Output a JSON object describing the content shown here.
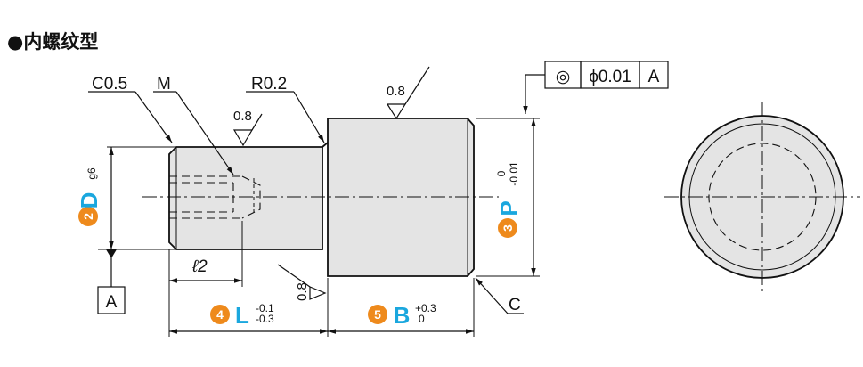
{
  "title": "●内螺纹型",
  "labels": {
    "chamfer_end": "C0.5",
    "thread": "M",
    "fillet": "R0.2",
    "roughness_step": "0.8",
    "roughness_head": "0.8",
    "roughness_shank": "0.8",
    "thread_depth": "ℓ2",
    "chamfer_head": "C",
    "datum": "A"
  },
  "tolerance_frame": {
    "symbol": "◎",
    "value": "ϕ0.01",
    "datum": "A"
  },
  "dimensions": {
    "D": {
      "index": "2",
      "letter": "D",
      "tolerance": "g6"
    },
    "P": {
      "index": "3",
      "letter": "P",
      "upper": "0",
      "lower": "-0.01"
    },
    "L": {
      "index": "4",
      "letter": "L",
      "upper": "-0.1",
      "lower": "-0.3"
    },
    "B": {
      "index": "5",
      "letter": "B",
      "upper": "+0.3",
      "lower": "0"
    }
  },
  "colors": {
    "badge": "#ee8a1c",
    "letter": "#1aa7de",
    "line": "#111111",
    "fill": "#e4e4e4"
  }
}
